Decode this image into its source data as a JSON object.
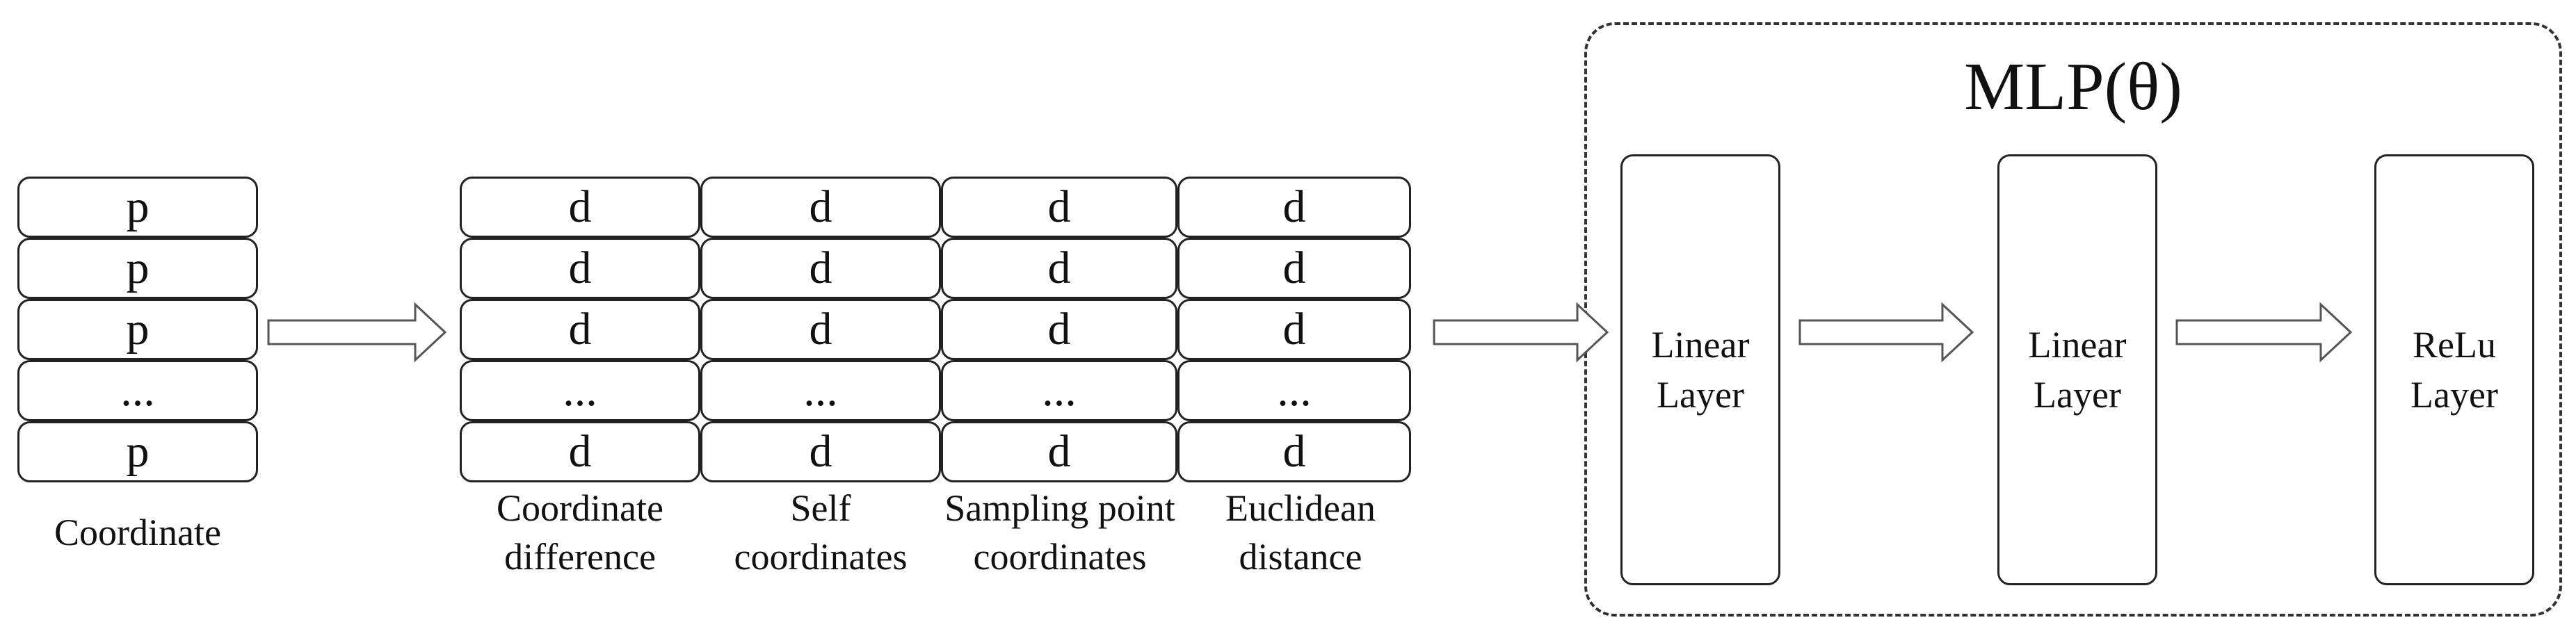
{
  "coordinate": {
    "cells": [
      "p",
      "p",
      "p",
      "...",
      "p"
    ],
    "label": "Coordinate"
  },
  "feature_table": {
    "columns": [
      {
        "cells": [
          "d",
          "d",
          "d",
          "...",
          "d"
        ],
        "label_lines": [
          "Coordinate",
          "difference"
        ]
      },
      {
        "cells": [
          "d",
          "d",
          "d",
          "...",
          "d"
        ],
        "label_lines": [
          "Self",
          "coordinates"
        ]
      },
      {
        "cells": [
          "d",
          "d",
          "d",
          "...",
          "d"
        ],
        "label_lines": [
          "Sampling point",
          "coordinates"
        ]
      },
      {
        "cells": [
          "d",
          "d",
          "d",
          "...",
          "d"
        ],
        "label_lines": [
          "Euclidean",
          "distance"
        ]
      }
    ]
  },
  "mlp": {
    "title": "MLP(θ)",
    "layers": [
      {
        "lines": [
          "Linear",
          "Layer"
        ]
      },
      {
        "lines": [
          "Linear",
          "Layer"
        ]
      },
      {
        "lines": [
          "ReLu",
          "Layer"
        ]
      }
    ]
  },
  "colors": {
    "stroke": "#222222",
    "arrow_stroke": "#555555",
    "background": "#ffffff"
  }
}
